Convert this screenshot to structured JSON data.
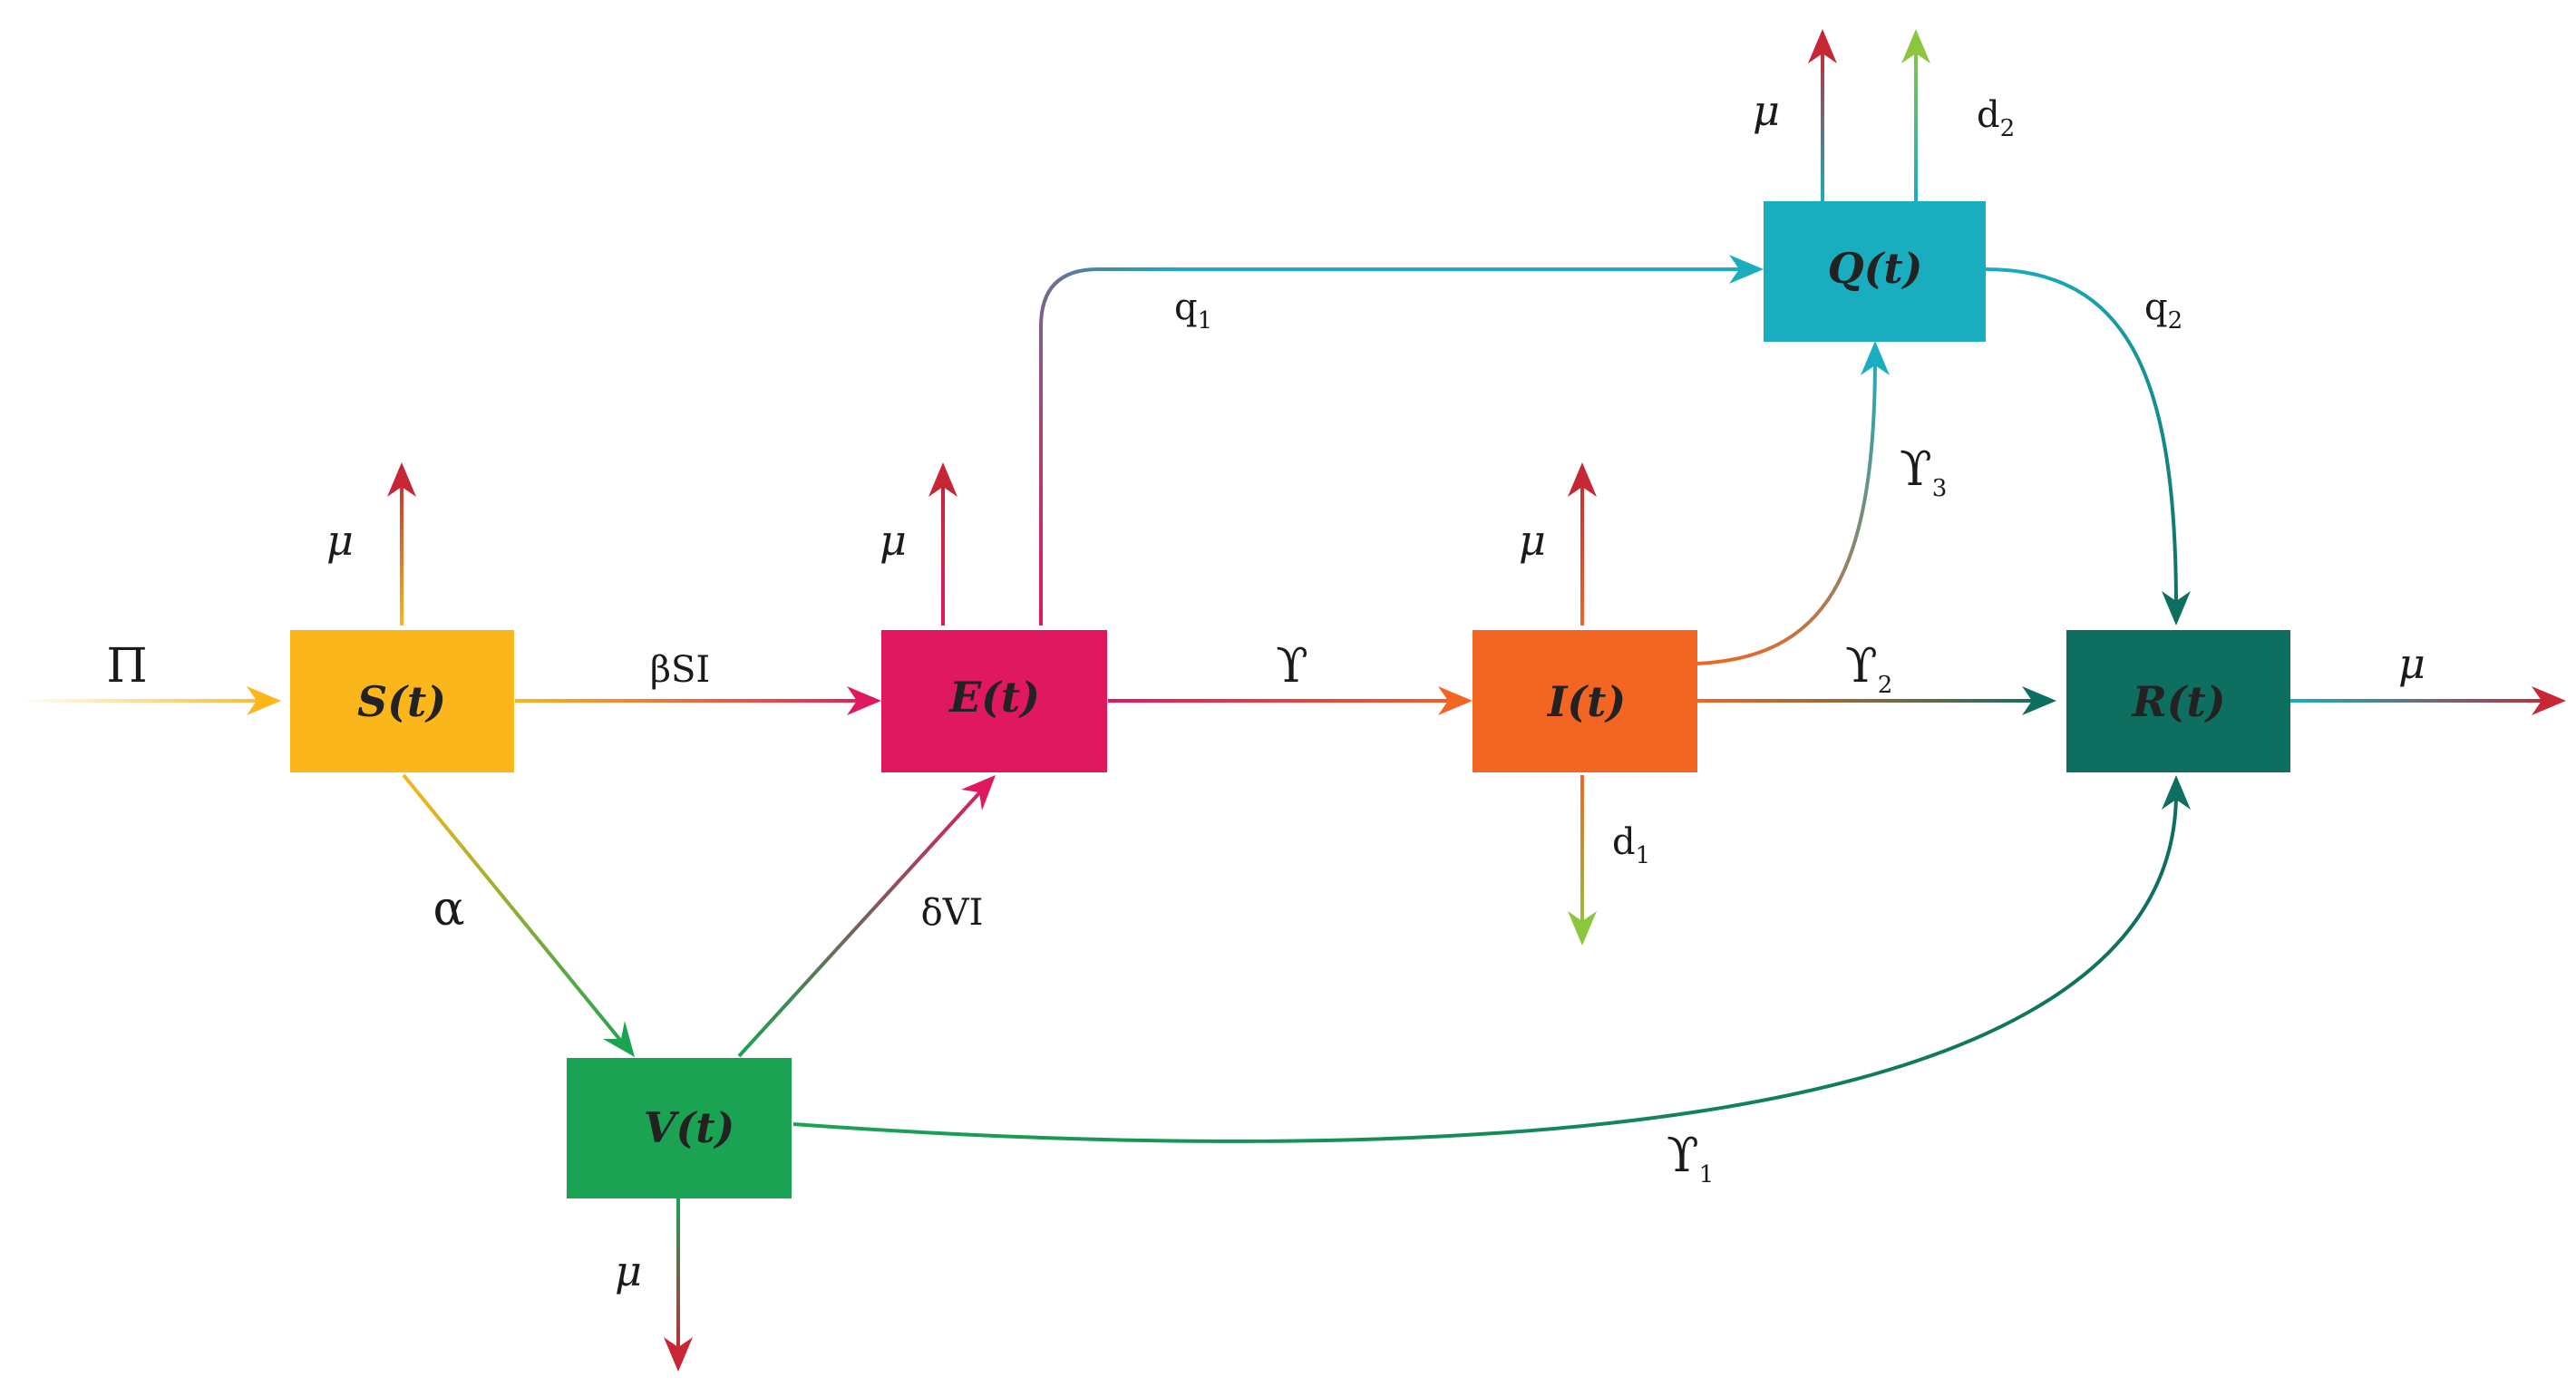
{
  "colors": {
    "susceptible": "#FBB61C",
    "exposed": "#E0185F",
    "infected": "#F26522",
    "quarantined": "#19ADBF",
    "recovered": "#0E6E60",
    "vaccinated": "#1AA353",
    "mortality": "#C72734",
    "disease_death": "#8CC63F"
  },
  "compartments": {
    "S": "S(t)",
    "E": "E(t)",
    "I": "I(t)",
    "Q": "Q(t)",
    "R": "R(t)",
    "V": "V(t)"
  },
  "rates": {
    "recruitment": "Π",
    "transmission": "βSI",
    "vaccination": "α",
    "vaccine_breakthrough": "δVI",
    "progression": "ϒ",
    "recovery_infected": {
      "symbol": "ϒ",
      "sub": "2"
    },
    "recovery_vaccinated": {
      "symbol": "ϒ",
      "sub": "1"
    },
    "quarantine_infected": {
      "symbol": "ϒ",
      "sub": "3"
    },
    "quarantine_exposed": {
      "symbol": "q",
      "sub": "1"
    },
    "recovery_quarantined": {
      "symbol": "q",
      "sub": "2"
    },
    "death_infected": {
      "symbol": "d",
      "sub": "1"
    },
    "death_quarantined": {
      "symbol": "d",
      "sub": "2"
    },
    "natural_death": "μ"
  }
}
